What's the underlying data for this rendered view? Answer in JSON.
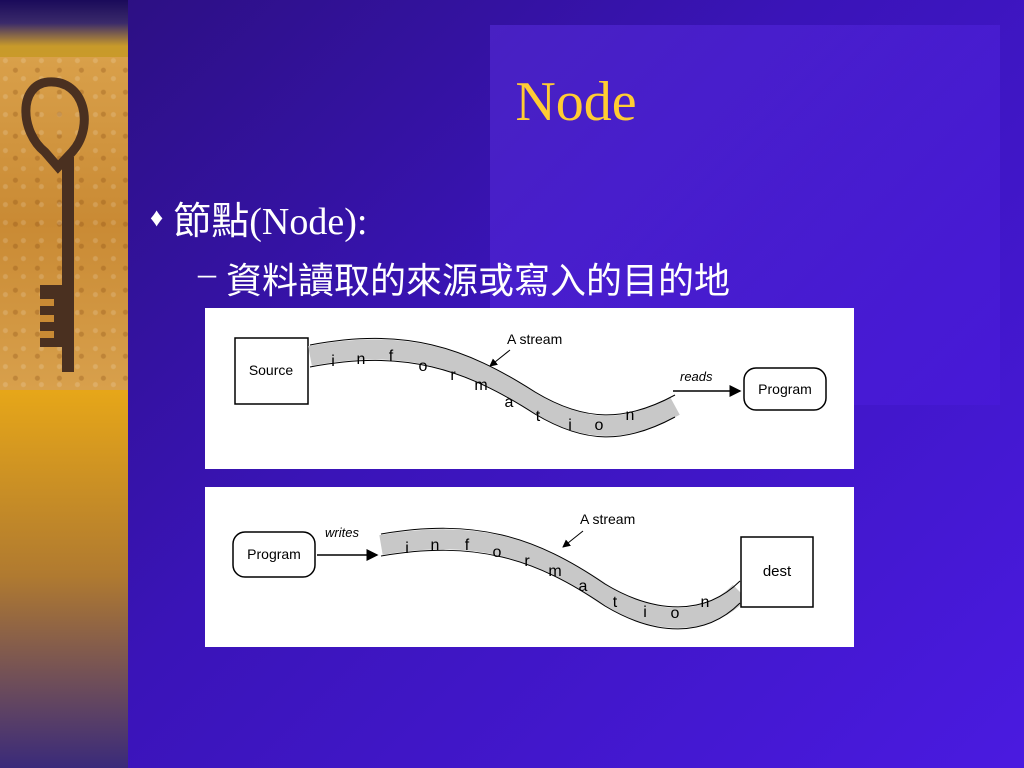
{
  "slide": {
    "title": "Node",
    "bullet": {
      "marker": "♦",
      "text": "節點(Node):"
    },
    "subbullet": {
      "marker": "–",
      "text": "資料讀取的來源或寫入的目的地"
    }
  },
  "diagrams": {
    "read": {
      "source_label": "Source",
      "stream_label": "A stream",
      "letters": [
        "i",
        "n",
        "f",
        "o",
        "r",
        "m",
        "a",
        "t",
        "i",
        "o",
        "n"
      ],
      "action_label": "reads",
      "program_label": "Program"
    },
    "write": {
      "program_label": "Program",
      "action_label": "writes",
      "stream_label": "A stream",
      "letters": [
        "i",
        "n",
        "f",
        "o",
        "r",
        "m",
        "a",
        "t",
        "i",
        "o",
        "n"
      ],
      "dest_label": "dest"
    }
  },
  "colors": {
    "title": "#ffcc33",
    "text": "#ffffff",
    "stream_band": "#c8c8c8"
  }
}
